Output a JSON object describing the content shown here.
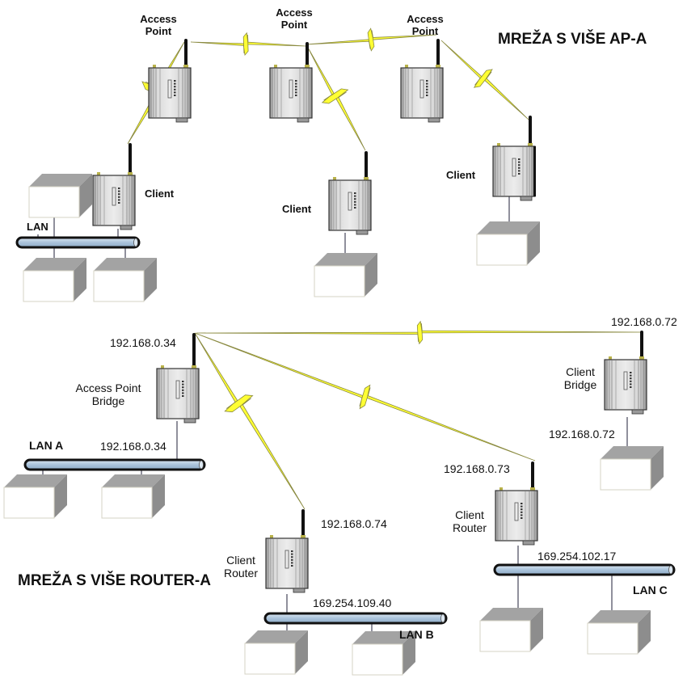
{
  "diagram": {
    "colors": {
      "lightning": "#ffff33",
      "lightning_edge": "#8a8a40",
      "device_body": "#e6e6e6",
      "device_edge": "#333333",
      "lan_bus": "#b8cde0",
      "lan_bus_edge": "#111111",
      "computer_face": "#ffffff",
      "computer_shade": "#9a9a9a",
      "link_line": "#555566"
    },
    "top_section": {
      "title": "MREŽA S VIŠE AP-A",
      "access_points": [
        {
          "label_line1": "Access",
          "label_line2": "Point"
        },
        {
          "label_line1": "Access",
          "label_line2": "Point"
        },
        {
          "label_line1": "Access",
          "label_line2": "Point"
        }
      ],
      "clients": [
        {
          "label": "Client"
        },
        {
          "label": "Client"
        },
        {
          "label": "Client"
        }
      ],
      "lan_label": "LAN"
    },
    "bottom_section": {
      "title": "MREŽA S VIŠE ROUTER-A",
      "access_point_bridge": {
        "label_line1": "Access Point",
        "label_line2": "Bridge",
        "wireless_ip": "192.168.0.34",
        "lan_ip": "192.168.0.34",
        "lan_label": "LAN A"
      },
      "client_bridge": {
        "label_line1": "Client",
        "label_line2": "Bridge",
        "wireless_ip": "192.168.0.72",
        "lan_ip": "192.168.0.72"
      },
      "client_router_b": {
        "label_line1": "Client",
        "label_line2": "Router",
        "wireless_ip": "192.168.0.74",
        "lan_ip": "169.254.109.40",
        "lan_label": "LAN B"
      },
      "client_router_c": {
        "label_line1": "Client",
        "label_line2": "Router",
        "wireless_ip": "192.168.0.73",
        "lan_ip": "169.254.102.17",
        "lan_label": "LAN C"
      }
    }
  }
}
